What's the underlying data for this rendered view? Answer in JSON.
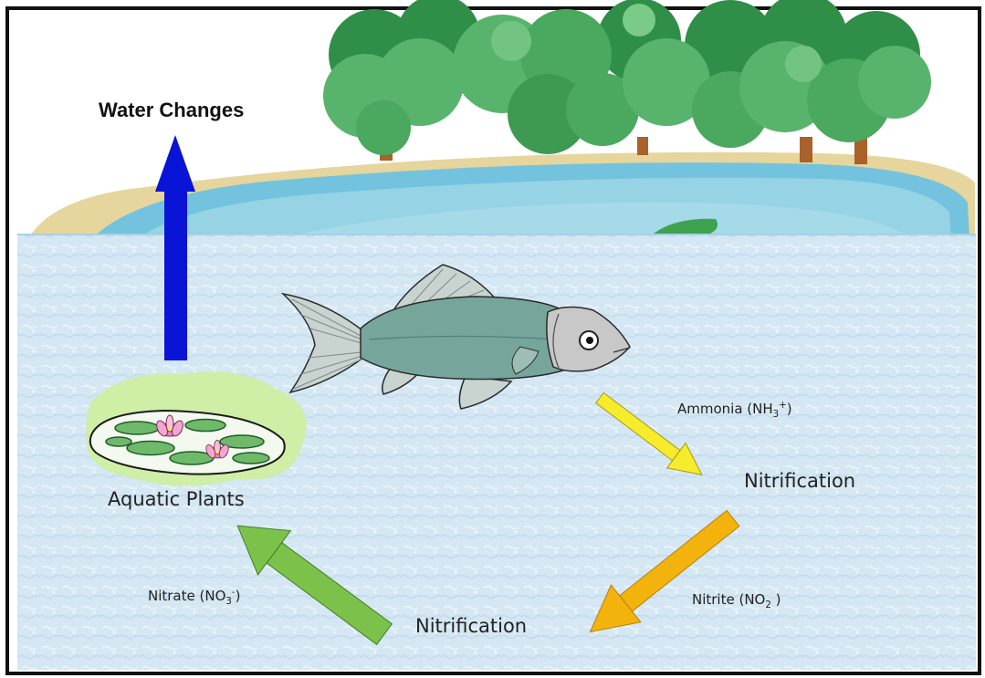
{
  "labels": {
    "water_changes": "Water Changes",
    "aquatic_plants": "Aquatic Plants",
    "ammonia": {
      "text": "Ammonia (NH",
      "sub": "3",
      "sup": "+",
      "close": ")"
    },
    "nitrification_right": "Nitrification",
    "nitrite": {
      "text": "Nitrite (NO",
      "sub": "2",
      "close": " )"
    },
    "nitrification_bottom": "Nitrification",
    "nitrate": {
      "text": "Nitrate (NO",
      "sub": "3",
      "sup": "-",
      "close": ")"
    }
  },
  "colors": {
    "water_changes_arrow": "#0a14d6",
    "ammonia_arrow": "#f7ec2b",
    "nitrite_arrow": "#f4b30c",
    "nitrate_arrow": "#7cc24a",
    "water": "#d3e7f3",
    "sand": "#e5d49c",
    "pond": "#79c5dd",
    "trees": "#56b46a",
    "fish": "#74a59b"
  },
  "icons": [
    "tree-icon",
    "pond-icon",
    "fish-icon",
    "lily-pad-icon",
    "water-lily-flower-icon"
  ]
}
